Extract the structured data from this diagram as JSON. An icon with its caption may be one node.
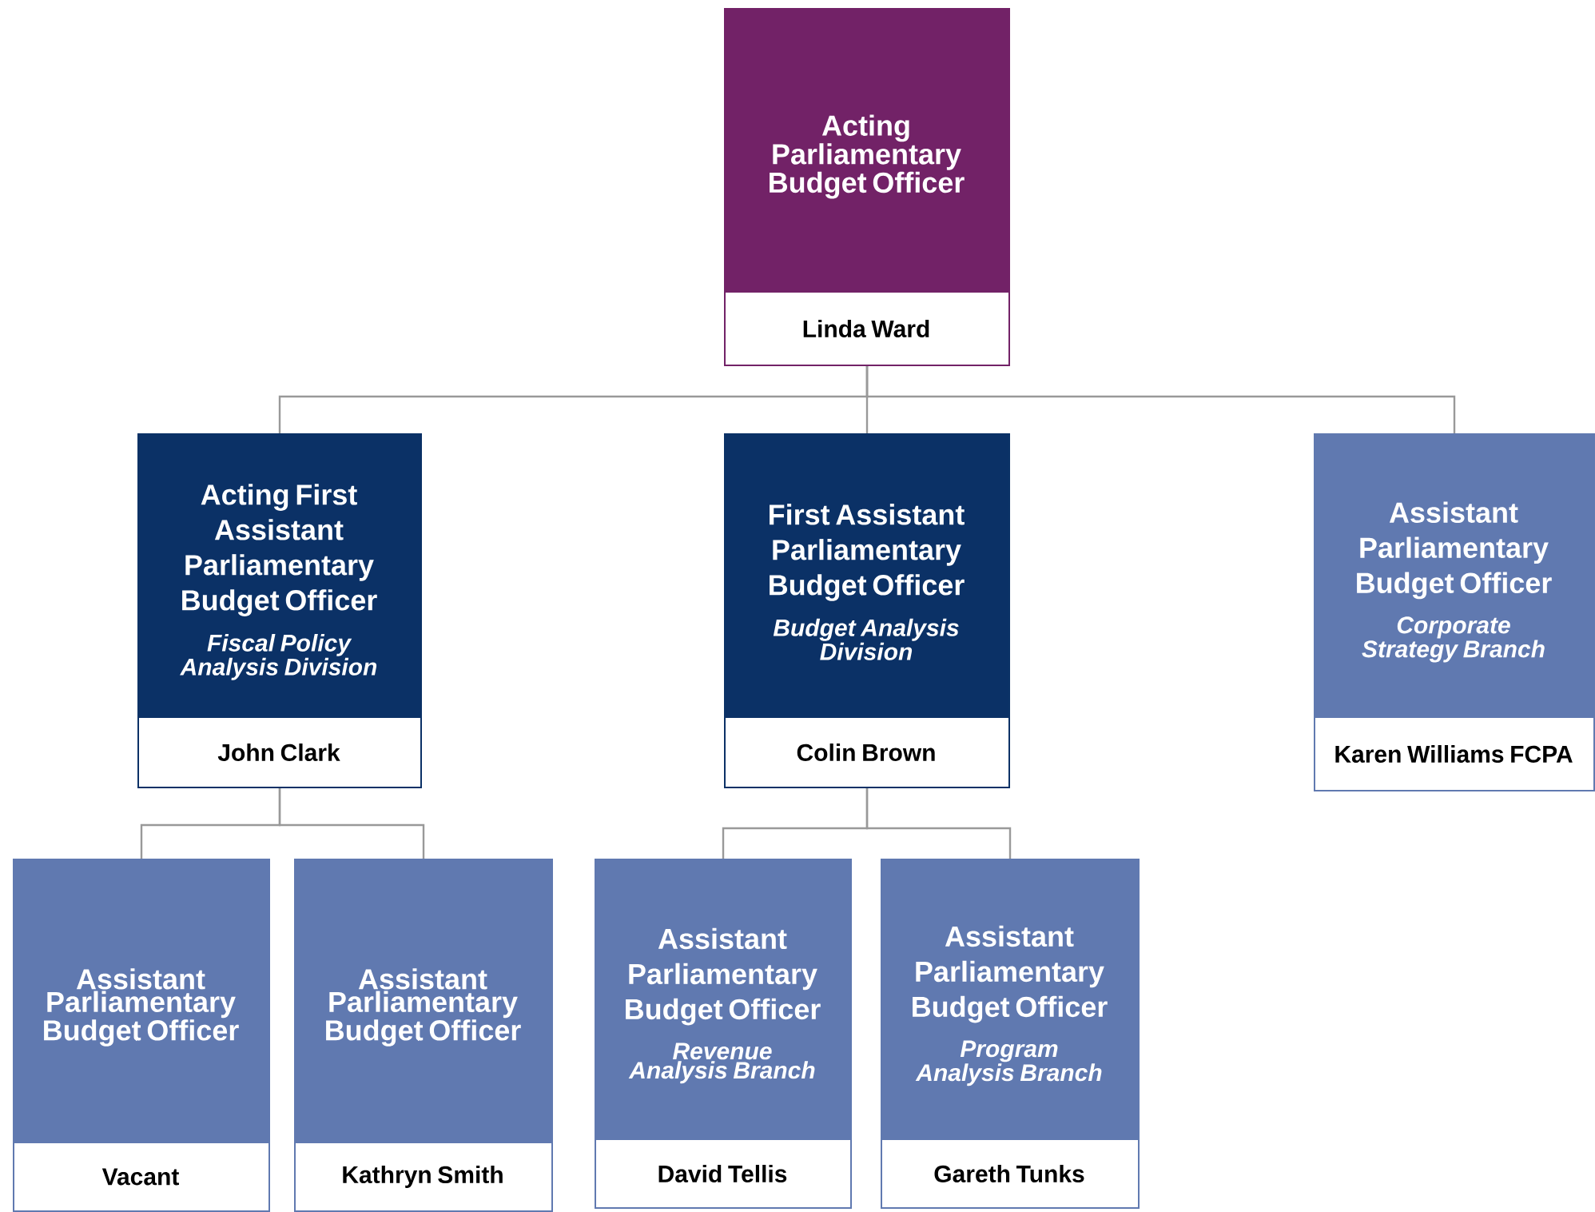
{
  "diagram": {
    "nodes": [
      {
        "text": [
          "Acting Parliamentary Budget Officer",
          "Linda Ward"
        ]
      },
      {
        "text": [
          "Acting First Assistant Parliamentary Budget Officer",
          "Fiscal Policy Analysis Division",
          "John Clark"
        ]
      },
      {
        "text": [
          "First Assistant Parliamentary Budget Officer",
          "Budget Analysis Division",
          "Colin Brown"
        ]
      },
      {
        "text": [
          "Assistant Parliamentary Budget Officer",
          "Corporate Strategy Branch",
          "Karen Williams FCPA"
        ]
      },
      {
        "text": [
          "Assistant Parliamentary Budget Officer",
          "Vacant"
        ]
      },
      {
        "text": [
          "Assistant Parliamentary Budget Officer",
          "Kathryn Smith"
        ]
      },
      {
        "text": [
          "Assistant Parliamentary Budget Officer",
          "Revenue Analysis Branch",
          "David Tellis"
        ]
      },
      {
        "text": [
          "Assistant Parliamentary Budget Officer",
          "Program Analysis Branch",
          "Gareth Tunks"
        ]
      }
    ],
    "edges": [
      {
        "from": 0,
        "to": 1,
        "arrow": "none"
      },
      {
        "from": 0,
        "to": 2,
        "arrow": "none"
      },
      {
        "from": 0,
        "to": 3,
        "arrow": "none"
      },
      {
        "from": 1,
        "to": 4,
        "arrow": "none"
      },
      {
        "from": 1,
        "to": 5,
        "arrow": "none"
      },
      {
        "from": 2,
        "to": 6,
        "arrow": "none"
      },
      {
        "from": 2,
        "to": 7,
        "arrow": "none"
      }
    ]
  }
}
